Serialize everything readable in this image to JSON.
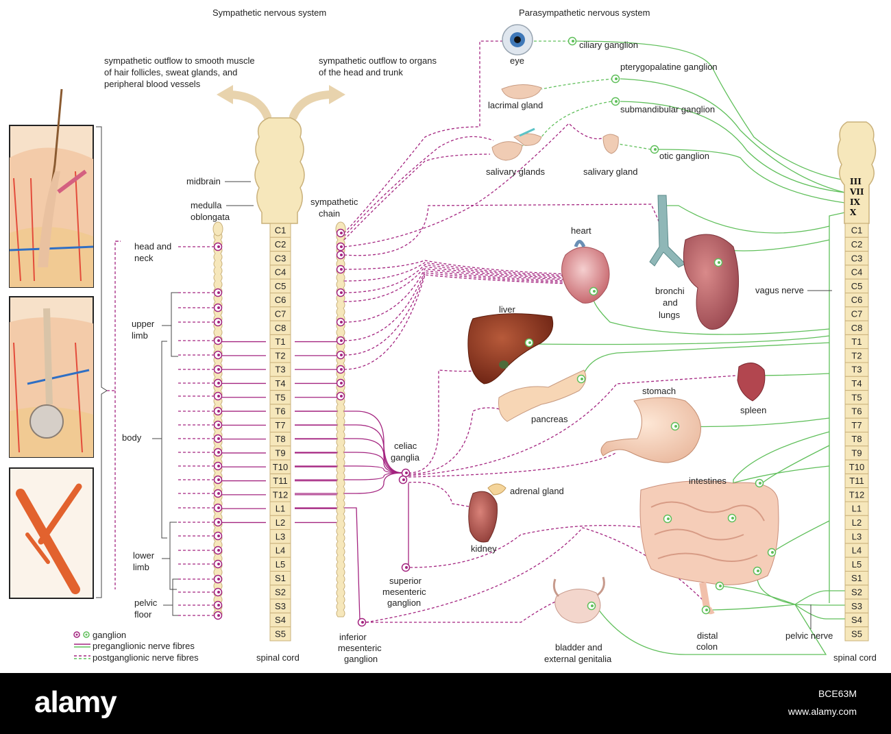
{
  "headers": {
    "sympathetic": "Sympathetic nervous system",
    "parasympathetic": "Parasympathetic nervous system"
  },
  "outflow": {
    "left": [
      "sympathetic outflow to smooth muscle",
      "of hair follicles, sweat glands, and",
      "peripheral blood vessels"
    ],
    "right": [
      "sympathetic outflow to organs",
      "of the head and trunk"
    ]
  },
  "brain_labels": {
    "midbrain": "midbrain",
    "medulla": [
      "medulla",
      "oblongata"
    ],
    "chain": [
      "sympathetic",
      "chain"
    ]
  },
  "segments": [
    "C1",
    "C2",
    "C3",
    "C4",
    "C5",
    "C6",
    "C7",
    "C8",
    "T1",
    "T2",
    "T3",
    "T4",
    "T5",
    "T6",
    "T7",
    "T8",
    "T9",
    "T10",
    "T11",
    "T12",
    "L1",
    "L2",
    "L3",
    "L4",
    "L5",
    "S1",
    "S2",
    "S3",
    "S4",
    "S5"
  ],
  "cranial_nerves": [
    "III",
    "VII",
    "IX",
    "X"
  ],
  "body_regions": {
    "head_neck": [
      "head and",
      "neck"
    ],
    "upper_limb": [
      "upper",
      "limb"
    ],
    "body": "body",
    "lower_limb": [
      "lower",
      "limb"
    ],
    "pelvic_floor": [
      "pelvic",
      "floor"
    ]
  },
  "ganglia": {
    "ciliary": "ciliary ganglion",
    "pterygopalatine": "pterygopalatine ganglion",
    "submandibular": "submandibular ganglion",
    "otic": "otic ganglion",
    "celiac": [
      "celiac",
      "ganglia"
    ],
    "superior_mesenteric": [
      "superior",
      "mesenteric",
      "ganglion"
    ],
    "inferior_mesenteric": [
      "inferior",
      "mesenteric",
      "ganglion"
    ]
  },
  "organs": {
    "eye": "eye",
    "lacrimal": "lacrimal gland",
    "salivary_glands": "salivary glands",
    "salivary_gland": "salivary gland",
    "heart": "heart",
    "lungs": [
      "bronchi",
      "and",
      "lungs"
    ],
    "liver": "liver",
    "pancreas": "pancreas",
    "stomach": "stomach",
    "spleen": "spleen",
    "intestines": "intestines",
    "adrenal": "adrenal gland",
    "kidney": "kidney",
    "bladder": [
      "bladder and",
      "external genitalia"
    ],
    "colon": [
      "distal",
      "colon"
    ]
  },
  "nerves": {
    "vagus": "vagus nerve",
    "pelvic": "pelvic nerve"
  },
  "cord_labels": {
    "left": "spinal cord",
    "right": "spinal cord"
  },
  "legend": {
    "ganglion": "ganglion",
    "pre": "preganglionic nerve fibres",
    "post": "postganglionic nerve fibres"
  },
  "colors": {
    "sympathetic": "#a3237f",
    "parasympathetic": "#5fbf5a",
    "cord": "#f6e7bb",
    "cord_edge": "#c9b07a"
  },
  "watermark": {
    "brand": "alamy",
    "id": "BCE63M",
    "url": "www.alamy.com"
  }
}
